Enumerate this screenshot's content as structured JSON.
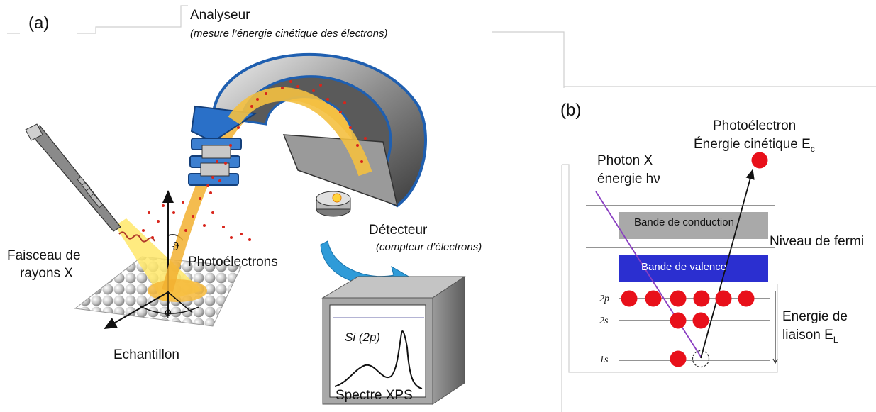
{
  "panel_a": {
    "tag": "(a)",
    "analyzer_title": "Analyseur",
    "analyzer_subtitle": "(mesure l’énergie cinétique des électrons)",
    "detector_title": "Détecteur",
    "detector_subtitle": "(compteur d’électrons)",
    "xray_label_line1": "Faisceau de",
    "xray_label_line2": "rayons X",
    "photoelectrons_label": "Photoélectrons",
    "sample_label": "Echantillon",
    "theta_symbol": "ϑ",
    "phi_symbol": "φ",
    "spectrum_label": "Spectre XPS",
    "spectrum_inner_label": "Si (2p)"
  },
  "panel_b": {
    "tag": "(b)",
    "photoelectron_line1": "Photoélectron",
    "photoelectron_line2": "Énergie cinétique E",
    "photoelectron_sub": "c",
    "photon_line1": "Photon X",
    "photon_line2": "énergie hν",
    "conduction_band": "Bande de conduction",
    "fermi_level": "Niveau de fermi",
    "valence_band": "Bande de valence",
    "binding_line1": "Energie de",
    "binding_line2": "liaison E",
    "binding_sub": "L",
    "levels": [
      "2p",
      "2s",
      "1s"
    ],
    "electron_counts": {
      "2p": 6,
      "2s": 2,
      "1s": 1
    },
    "colors": {
      "electron": "#e8101a",
      "valence": "#2b2fd0",
      "conduction": "#a9a9a9",
      "photon": "#8a3fc2"
    }
  }
}
